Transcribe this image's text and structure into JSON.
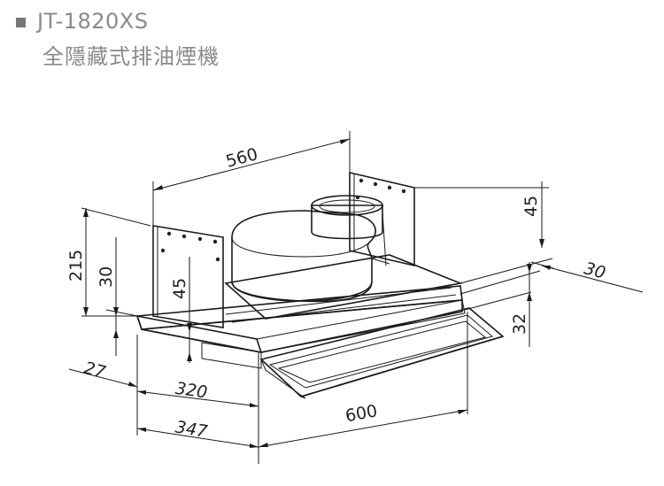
{
  "header": {
    "model": "JT-1820XS",
    "subtitle": "全隱藏式排油煙機"
  },
  "dimensions": {
    "d560": "560",
    "d45_top": "45",
    "d215": "215",
    "d30_left": "30",
    "d45_inner": "45",
    "d30_right": "30",
    "d32": "32",
    "d27": "27",
    "d320": "320",
    "d347": "347",
    "d600": "600"
  },
  "colors": {
    "line": "#1a1a1a",
    "header_text": "#8a8a8a",
    "body_gray": "#cfcfcf",
    "dark_gray": "#8c8c8c"
  }
}
